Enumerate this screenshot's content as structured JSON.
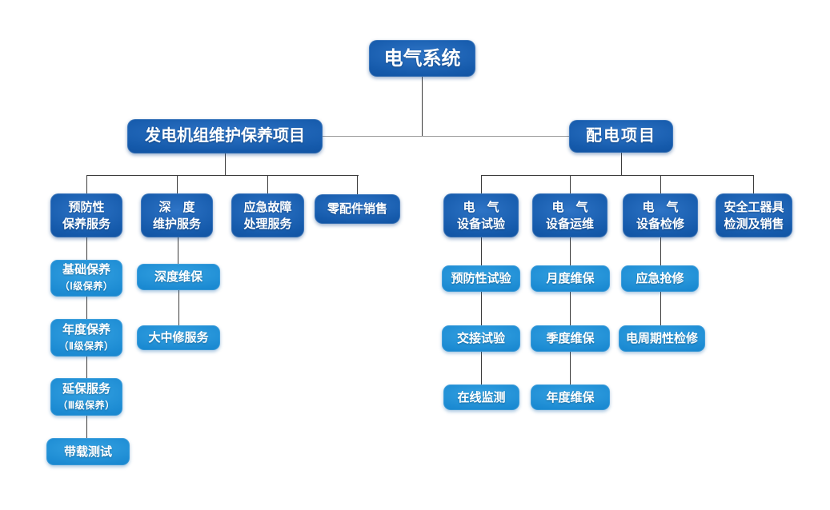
{
  "diagram_title": "电气系统",
  "colors": {
    "box_dark_blue": "#0e52a0",
    "box_light_blue": "#1b8ad3",
    "connector": "#3c3c3c",
    "connector_light": "#9a9a9a",
    "text": "#ffffff",
    "background": "#ffffff"
  },
  "nodes": {
    "root": {
      "lines": [
        "电气系统"
      ]
    },
    "gen_project": {
      "lines": [
        "发电机组维护保养项目"
      ]
    },
    "dist_project": {
      "lines": [
        "配电项目"
      ]
    },
    "preventive_service": {
      "lines": [
        "预防性",
        "保养服务"
      ]
    },
    "deep_service": {
      "lines": [
        "深　度",
        "维护服务"
      ]
    },
    "emergency_service": {
      "lines": [
        "应急故障",
        "处理服务"
      ]
    },
    "spare_parts": {
      "lines": [
        "零配件销售"
      ]
    },
    "equip_test": {
      "lines": [
        "电　气",
        "设备试验"
      ]
    },
    "equip_ops": {
      "lines": [
        "电　气",
        "设备运维"
      ]
    },
    "equip_overhaul": {
      "lines": [
        "电　气",
        "设备检修"
      ]
    },
    "safety_tools": {
      "lines": [
        "安全工器具",
        "检测及销售"
      ]
    },
    "basic_maint": {
      "lines": [
        "基础保养",
        "（Ⅰ级保养）"
      ]
    },
    "annual_maint": {
      "lines": [
        "年度保养",
        "（Ⅱ级保养）"
      ]
    },
    "extended_maint": {
      "lines": [
        "延保服务",
        "（Ⅲ级保养）"
      ]
    },
    "load_test": {
      "lines": [
        "带载测试"
      ]
    },
    "deep_maint": {
      "lines": [
        "深度维保"
      ]
    },
    "major_overhaul": {
      "lines": [
        "大中修服务"
      ]
    },
    "preventive_test": {
      "lines": [
        "预防性试验"
      ]
    },
    "handover_test": {
      "lines": [
        "交接试验"
      ]
    },
    "online_monitor": {
      "lines": [
        "在线监测"
      ]
    },
    "monthly_maint": {
      "lines": [
        "月度维保"
      ]
    },
    "quarterly_maint": {
      "lines": [
        "季度维保"
      ]
    },
    "yearly_maint": {
      "lines": [
        "年度维保"
      ]
    },
    "emergency_repair": {
      "lines": [
        "应急抢修"
      ]
    },
    "periodic_repair": {
      "lines": [
        "电周期性检修"
      ]
    }
  },
  "hierarchy": {
    "电气系统": {
      "发电机组维护保养项目": {
        "预防性保养服务": [
          "基础保养（Ⅰ级保养）",
          "年度保养（Ⅱ级保养）",
          "延保服务（Ⅲ级保养）",
          "带载测试"
        ],
        "深度维护服务": [
          "深度维保",
          "大中修服务"
        ],
        "应急故障处理服务": [],
        "零配件销售": []
      },
      "配电项目": {
        "电气设备试验": [
          "预防性试验",
          "交接试验",
          "在线监测"
        ],
        "电气设备运维": [
          "月度维保",
          "季度维保",
          "年度维保"
        ],
        "电气设备检修": [
          "应急抢修",
          "电周期性检修"
        ],
        "安全工器具检测及销售": []
      }
    }
  }
}
